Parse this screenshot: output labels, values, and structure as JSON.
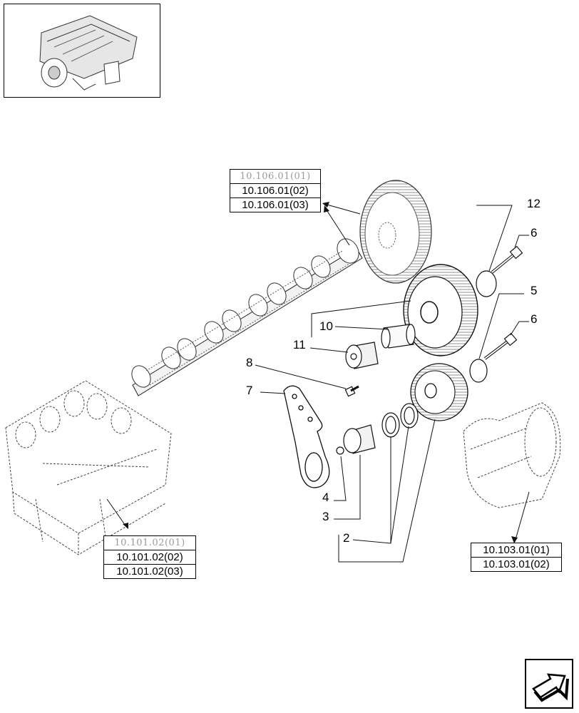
{
  "refs": {
    "top": [
      "10.106.01(01)",
      "10.106.01(02)",
      "10.106.01(03)"
    ],
    "left": [
      "10.101.02(01)",
      "10.101.02(02)",
      "10.101.02(03)"
    ],
    "right": [
      "10.103.01(01)",
      "10.103.01(02)"
    ]
  },
  "callouts": {
    "c2": "2",
    "c3": "3",
    "c4": "4",
    "c5": "5",
    "c6a": "6",
    "c6b": "6",
    "c7": "7",
    "c8": "8",
    "c10": "10",
    "c11": "11",
    "c12": "12"
  },
  "icons": {
    "thumbnail": "engine-thumbnail",
    "nav": "next-page-arrow-icon"
  }
}
